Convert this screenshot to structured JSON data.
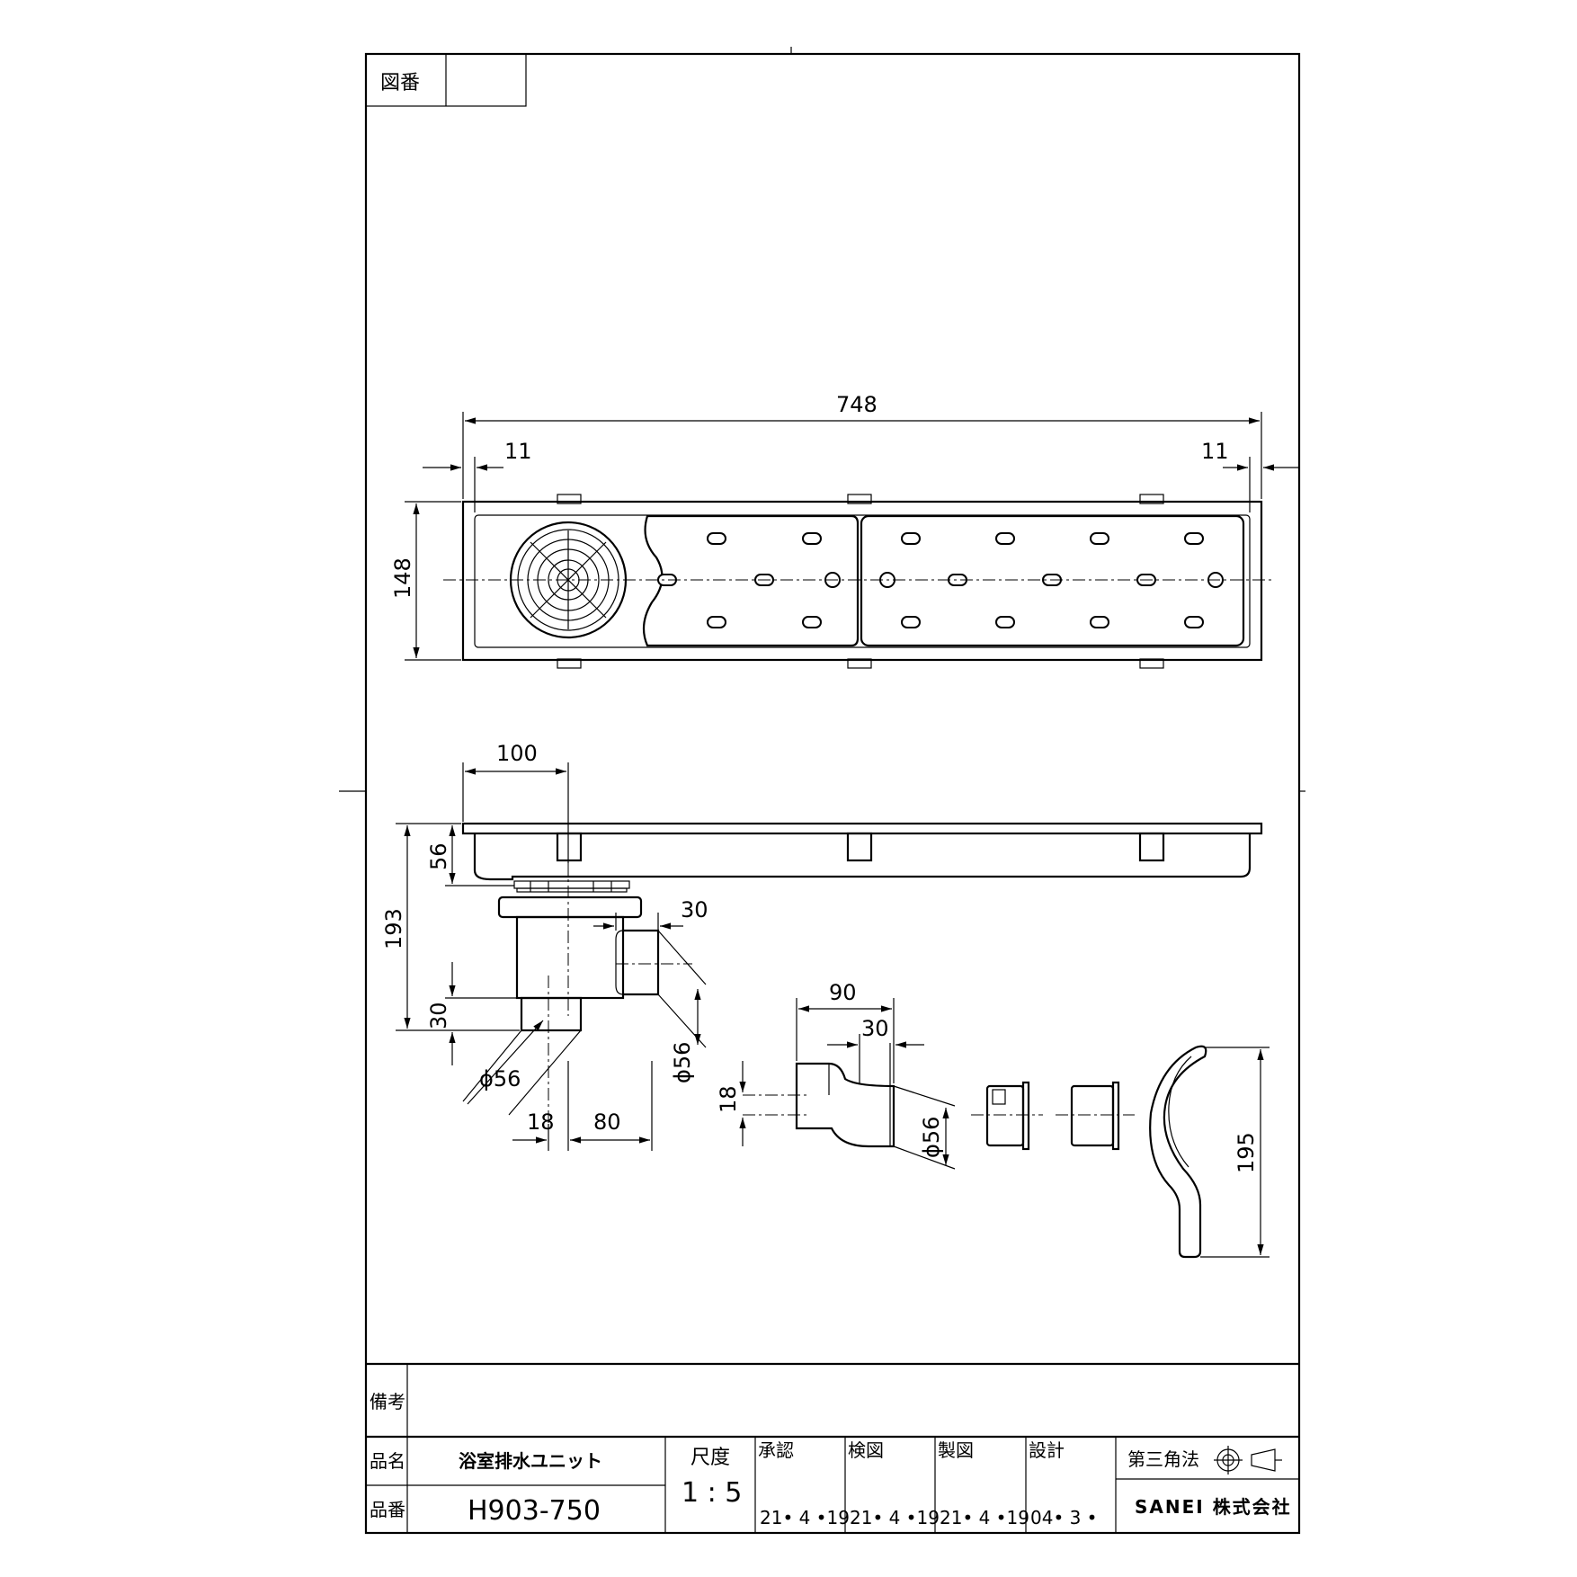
{
  "title_block": {
    "drawing_number_label": "図番",
    "drawing_number_value": "",
    "remarks_label": "備考",
    "product_name_label": "品名",
    "product_name": "浴室排水ユニット",
    "product_number_label": "品番",
    "product_number": "H903-750",
    "scale_label": "尺度",
    "scale_value": "1 : 5",
    "approval_label": "承認",
    "approval_date": "21• 4 •19",
    "check_label": "検図",
    "check_date": "21• 4 •19",
    "drafting_label": "製図",
    "drafting_date": "21• 4 •19",
    "design_label": "設計",
    "design_date": "04• 3 •",
    "projection_label": "第三角法",
    "company": "SANEI 株式会社"
  },
  "dimensions": {
    "overall_length": "748",
    "left_margin": "11",
    "right_margin": "11",
    "width": "148",
    "outlet_offset": "100",
    "tray_depth": "56",
    "total_height": "193",
    "side_outlet_width": "30",
    "bottom_spigot_height": "30",
    "bottom_diameter": "ϕ56",
    "side_diameter": "ϕ56",
    "spigot_offset": "18",
    "side_outlet_offset": "80",
    "elbow_length": "90",
    "elbow_spigot": "30",
    "elbow_offset": "18",
    "elbow_diameter": "ϕ56",
    "handle_height": "195"
  }
}
